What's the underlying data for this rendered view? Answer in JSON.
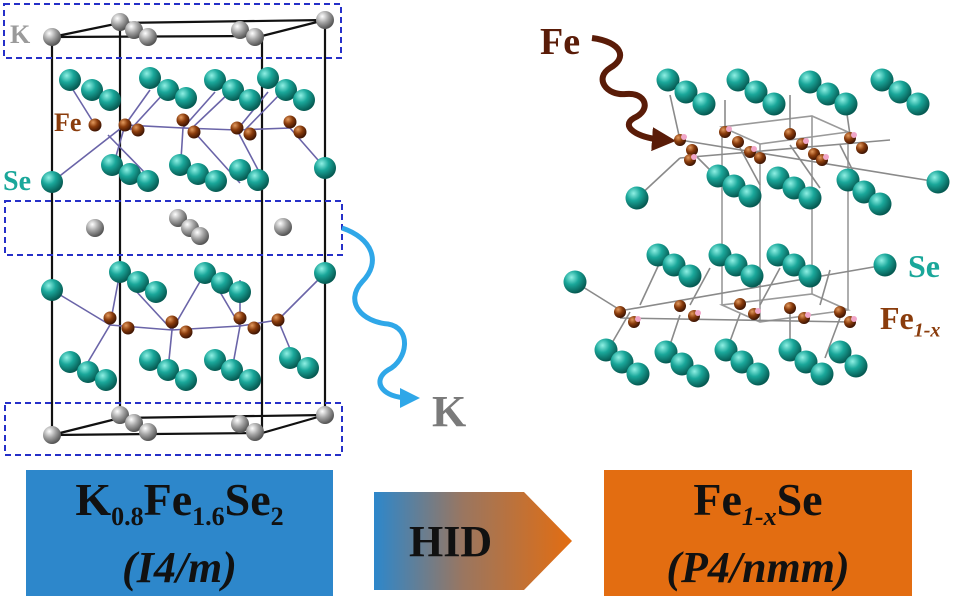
{
  "colors": {
    "se": "#1aa79a",
    "fe": "#8a3c0c",
    "k": "#9a9a9a",
    "fe_vacancy": "#f0a6c8",
    "bond": "#6a64a8",
    "cell": "#111111",
    "k_layer_box": "#2630c8",
    "panel_blue": "#2d87cb",
    "panel_orange": "#e36d11",
    "k_arrow": "#2fa7e8",
    "fe_arrow": "#5a1c08"
  },
  "labels": {
    "k_top": "K",
    "fe_left": "Fe",
    "se_left": "Se",
    "k_out": "K",
    "fe_in": "Fe",
    "se_right": "Se",
    "fe_right_base": "Fe",
    "fe_right_sub": "1-x"
  },
  "panels": {
    "left": {
      "f1": "K",
      "s1": "0.8",
      "f2": "Fe",
      "s2": "1.6",
      "f3": "Se",
      "s3": "2",
      "space_group": "(I4/m)"
    },
    "arrow": {
      "label": "HID"
    },
    "right": {
      "f1": "Fe",
      "s1": "1-x",
      "f2": "Se",
      "space_group": "(P4/nmm)"
    }
  }
}
